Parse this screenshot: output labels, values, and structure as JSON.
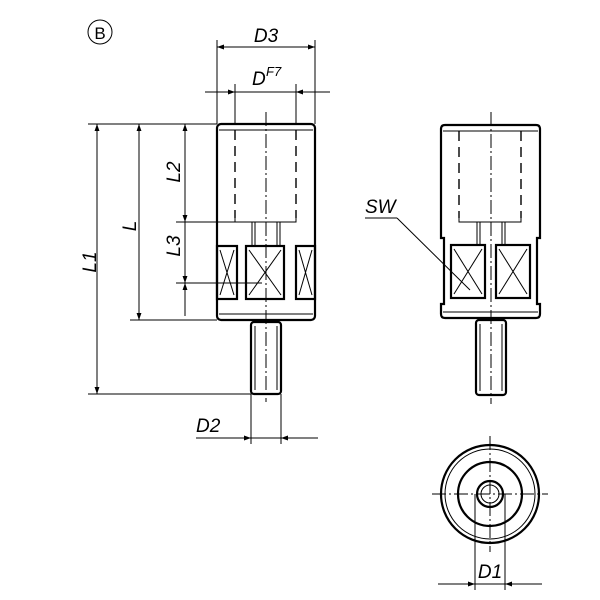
{
  "variant_label": "B",
  "dimensions": {
    "D3": "D3",
    "D": "D",
    "D_tolerance": "F7",
    "L1": "L1",
    "L": "L",
    "L2": "L2",
    "L3": "L3",
    "D2": "D2",
    "SW": "SW",
    "D1": "D1"
  },
  "colors": {
    "line": "#000000",
    "background": "#ffffff"
  }
}
